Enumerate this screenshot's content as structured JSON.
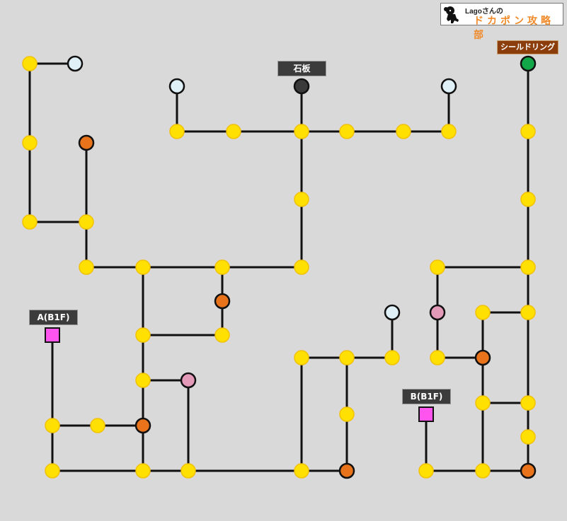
{
  "brand": {
    "line1": "Lagoさんの",
    "line2": "ドカポン攻略部",
    "icon": "monkey-silhouette-icon"
  },
  "labels": {
    "sekiban": "石板",
    "shield_ring": "シールドリング",
    "a_b1f": "A(B1F)",
    "b_b1f": "B(B1F)"
  },
  "colors": {
    "background": "#d9d9d9",
    "path": "#111111",
    "yellow_space": "#ffe000",
    "orange_space": "#e8731a",
    "light_blue_space": "#dff0f7",
    "pink_space": "#e39ab8",
    "dark_space": "#3a3a3a",
    "green_space": "#12a84a",
    "warp_space": "#ff55ee",
    "label_dark": "#3c3c3c",
    "label_brown": "#8b3e0b"
  },
  "legend_types": {
    "Y": "yellow",
    "O": "orange",
    "L": "light-blue",
    "P": "pink",
    "D": "dark",
    "G": "green",
    "W": "warp"
  }
}
